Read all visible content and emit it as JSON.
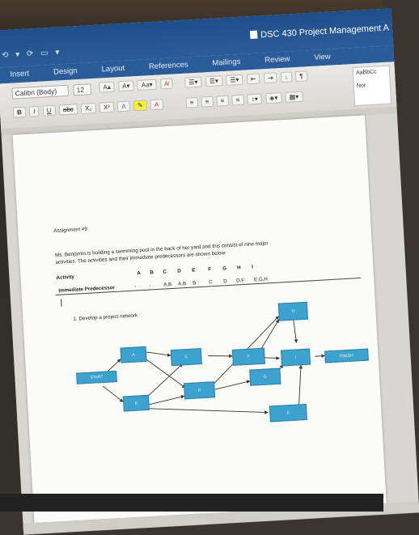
{
  "app": {
    "title": "DSC 430 Project Management A",
    "quick_access": "⟲ ▾  ⟳  ▭  ▾"
  },
  "ribbon": {
    "tabs": [
      "Insert",
      "Design",
      "Layout",
      "References",
      "Mailings",
      "Review",
      "View"
    ],
    "font_name": "Calibri (Body)",
    "font_size": "12",
    "style_preview": "AaBbCc",
    "style_name": "Nor",
    "format_buttons": [
      "B",
      "I",
      "U",
      "abc",
      "X₂",
      "X²",
      "A",
      "A"
    ]
  },
  "document": {
    "heading": "Assignment #9",
    "intro_line1": "Ms. Benjamin is building a swimming pool in the back of her yard and this consist of nine major",
    "intro_line2": "activities. The activities and their immediate predecessors are shown below:",
    "table": {
      "row1_label": "Activity",
      "row2_label": "Immediate Predecessor",
      "activities": [
        "A",
        "B",
        "C",
        "D",
        "E",
        "F",
        "G",
        "H",
        "I"
      ],
      "predecessors": [
        "-",
        "-",
        "A,B",
        "A,B",
        "B",
        "C",
        "D",
        "D,F",
        "E,G,H"
      ]
    },
    "question": "1.  Develop a project network",
    "network": {
      "nodes": {
        "start": "START",
        "a": "A",
        "b": "B",
        "c": "C",
        "d": "D",
        "e": "E",
        "f": "F",
        "g": "G",
        "h": "H",
        "i": "I",
        "finish": "FINISH"
      }
    }
  },
  "colors": {
    "title_bar": "#2b5c9a",
    "node_fill": "#3ea2cf",
    "page": "#fbfbfa"
  }
}
